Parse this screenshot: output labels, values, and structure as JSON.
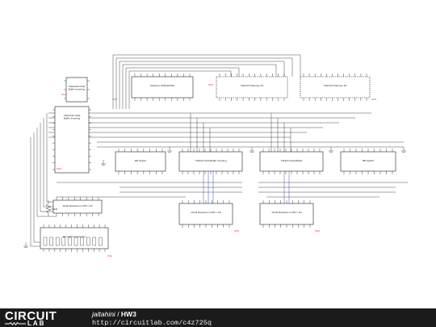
{
  "schematic": {
    "chips": [
      {
        "id": "top_left_buffer",
        "label": "74HC240 Octal Buffer Inverting"
      },
      {
        "id": "left_main",
        "label": "74HC244 Octal Buffer Inverting"
      },
      {
        "id": "mid_top",
        "label": "Shadown SN54HC540"
      },
      {
        "id": "top_center_right",
        "label": "74HC373 Memory FF"
      },
      {
        "id": "top_right",
        "label": "74HC373 Memory FF"
      },
      {
        "id": "left_bar",
        "label": "BR Switch"
      },
      {
        "id": "center_left",
        "label": "74F244 Octal Buffer Inverting"
      },
      {
        "id": "center_right",
        "label": "74F244 Octal Buffer"
      },
      {
        "id": "right_bar",
        "label": "BR Switch"
      },
      {
        "id": "bottom_left_res",
        "label": "10 kΩ Resistors in DIP x 1/2"
      },
      {
        "id": "bottom_left_led",
        "label": "Bar LED Component"
      },
      {
        "id": "bottom_center_res",
        "label": "10 kΩ Resistors in DIP x 1/2"
      },
      {
        "id": "bottom_right_res",
        "label": "10 kΩ Resistors in DIP x 1/2"
      }
    ],
    "red_labels": [
      "VCC",
      "VCC",
      "VCC",
      "VCC",
      "VCC",
      "VCC",
      "VCC",
      "VCC"
    ],
    "resistor_label": "10kΩ"
  },
  "footer": {
    "logo_word": "CIRCUIT",
    "logo_sub": "LAB",
    "author": "jaltahini",
    "separator": " / ",
    "title": "HW3",
    "url": "http://circuitlab.com/c4z725q"
  }
}
